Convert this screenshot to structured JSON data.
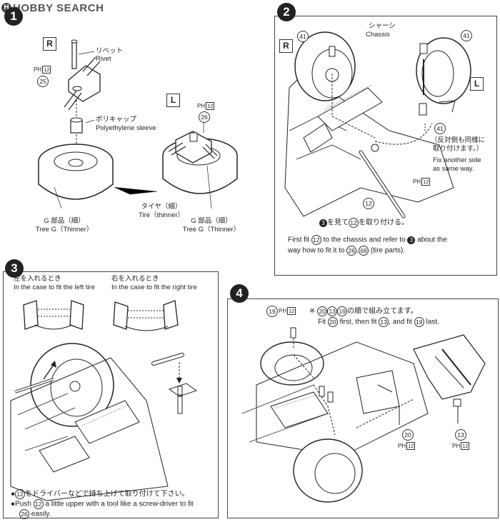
{
  "header": {
    "logo": "H",
    "brand": "HOBBY SEARCH"
  },
  "step1": {
    "number": "1",
    "r_badge": "R",
    "l_badge": "L",
    "rivet_jp": "リベット",
    "rivet_en": "Rivet",
    "ph_r": "PH",
    "ph_r_num": "12",
    "part_r": "25",
    "poly_jp": "ポリキャップ",
    "poly_en": "Polyethylene sleeve",
    "ph_l": "PH",
    "ph_l_num": "12",
    "part_l": "26",
    "tire_jp": "タイヤ（細）",
    "tire_en": "Tire（thinner）",
    "treeg_l_jp": "G 部品（細）",
    "treeg_l_en": "Tree G（Thinner）",
    "treeg_r_jp": "G 部品（細）",
    "treeg_r_en": "Tree G（Thinner）"
  },
  "step2": {
    "number": "2",
    "r_badge": "R",
    "l_badge": "L",
    "part41_a": "41",
    "part41_b": "41",
    "part41_c": "41",
    "chassis_jp": "シャーシ",
    "chassis_en": "Chassis",
    "side_jp1": "（反対側も同様に",
    "side_jp2": "取り付けます。）",
    "side_en1": "Fix another side",
    "side_en2": "as same way.",
    "part12": "12",
    "ph": "PH",
    "ph_num": "12",
    "ref_step": "3",
    "ref_jp_mid": "を見て",
    "ref_part": "12",
    "ref_jp_end": "を取り付ける。",
    "inst_en1_a": "First fit",
    "inst_en1_part": "12",
    "inst_en1_b": "to the chassis and refer to",
    "inst_en1_step": "3",
    "inst_en1_c": "about the",
    "inst_en2_a": "way how to fit it to",
    "inst_en2_p1": "26",
    "inst_en2_sep": ",",
    "inst_en2_p2": "69",
    "inst_en2_b": "(tire parts)."
  },
  "step3": {
    "number": "3",
    "left_jp": "左を入れるとき",
    "left_en": "In the case to fit the left tire",
    "right_jp": "右を入れるとき",
    "right_en": "In the case to fit the right tire",
    "note1_part": "12",
    "note1_jp": "をドライバーなどで持ち上げて取り付けて下さい。",
    "note2_a": "Push",
    "note2_part": "12",
    "note2_b": "a little upper with a tool like a screw-driver to fit",
    "note3_part": "26",
    "note3_b": "easily."
  },
  "step4": {
    "number": "4",
    "part19": "19",
    "ph_a": "PH",
    "ph_a_num": "12",
    "order_prefix": "※",
    "order_p1": "20",
    "order_p2": "13",
    "order_p3": "19",
    "order_jp": "の順で組み立てます。",
    "fit_a": "Fit",
    "fit_p1": "20",
    "fit_b": "first, then fit",
    "fit_p2": "13",
    "fit_c": ", and fit",
    "fit_p3": "19",
    "fit_d": "last.",
    "part20": "20",
    "ph_b": "PH",
    "ph_b_num": "12",
    "part13": "13",
    "ph_c": "PH",
    "ph_c_num": "12"
  }
}
